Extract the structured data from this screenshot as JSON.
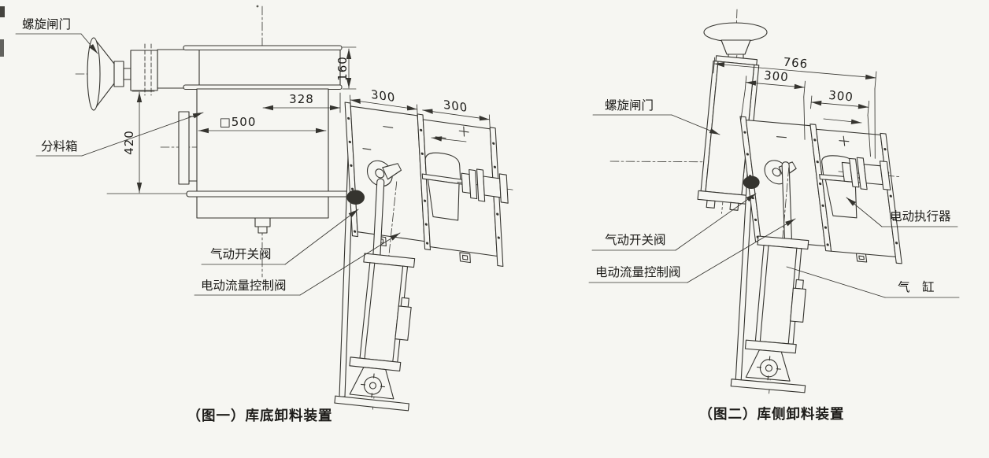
{
  "figure1": {
    "caption": "（图一）库底卸料装置",
    "labels": {
      "spiral_gate": "螺旋闸门",
      "distribution_box": "分料箱",
      "pneumatic_switch_valve": "气动开关阀",
      "electric_flow_control_valve": "电动流量控制阀"
    },
    "dimensions": {
      "inlet_height": "160",
      "inlet_offset": "328",
      "box_width": "□500",
      "box_height": "420",
      "valve1_width": "300",
      "valve2_width": "300"
    }
  },
  "figure2": {
    "caption": "（图二）库侧卸料装置",
    "labels": {
      "spiral_gate": "螺旋闸门",
      "pneumatic_switch_valve": "气动开关阀",
      "electric_flow_control_valve": "电动流量控制阀",
      "electric_actuator": "电动执行器",
      "air_cylinder": "气　缸"
    },
    "dimensions": {
      "total_width": "766",
      "valve1_width": "300",
      "valve2_width": "300"
    }
  },
  "colors": {
    "ink": "#35342f",
    "paper": "#f6f6f2"
  }
}
